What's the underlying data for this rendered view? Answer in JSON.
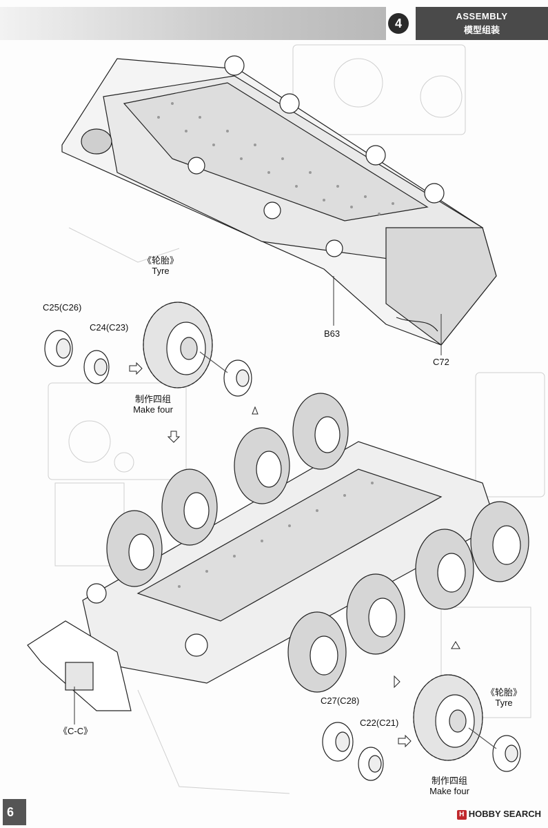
{
  "header": {
    "step_number": "4",
    "title_en": "ASSEMBLY",
    "title_cn": "模型组装"
  },
  "labels": {
    "tyre_top_cn": "《轮胎》",
    "tyre_top_en": "Tyre",
    "c25": "C25(C26)",
    "c24": "C24(C23)",
    "make_four_top_cn": "制作四组",
    "make_four_top_en": "Make four",
    "b63": "B63",
    "c72": "C72",
    "cc": "《C-C》",
    "c27": "C27(C28)",
    "c22": "C22(C21)",
    "tyre_bottom_cn": "《轮胎》",
    "tyre_bottom_en": "Tyre",
    "make_four_bottom_cn": "制作四组",
    "make_four_bottom_en": "Make four"
  },
  "page_number": "6",
  "footer": {
    "logo_mark": "H",
    "site": "HOBBY SEARCH"
  }
}
